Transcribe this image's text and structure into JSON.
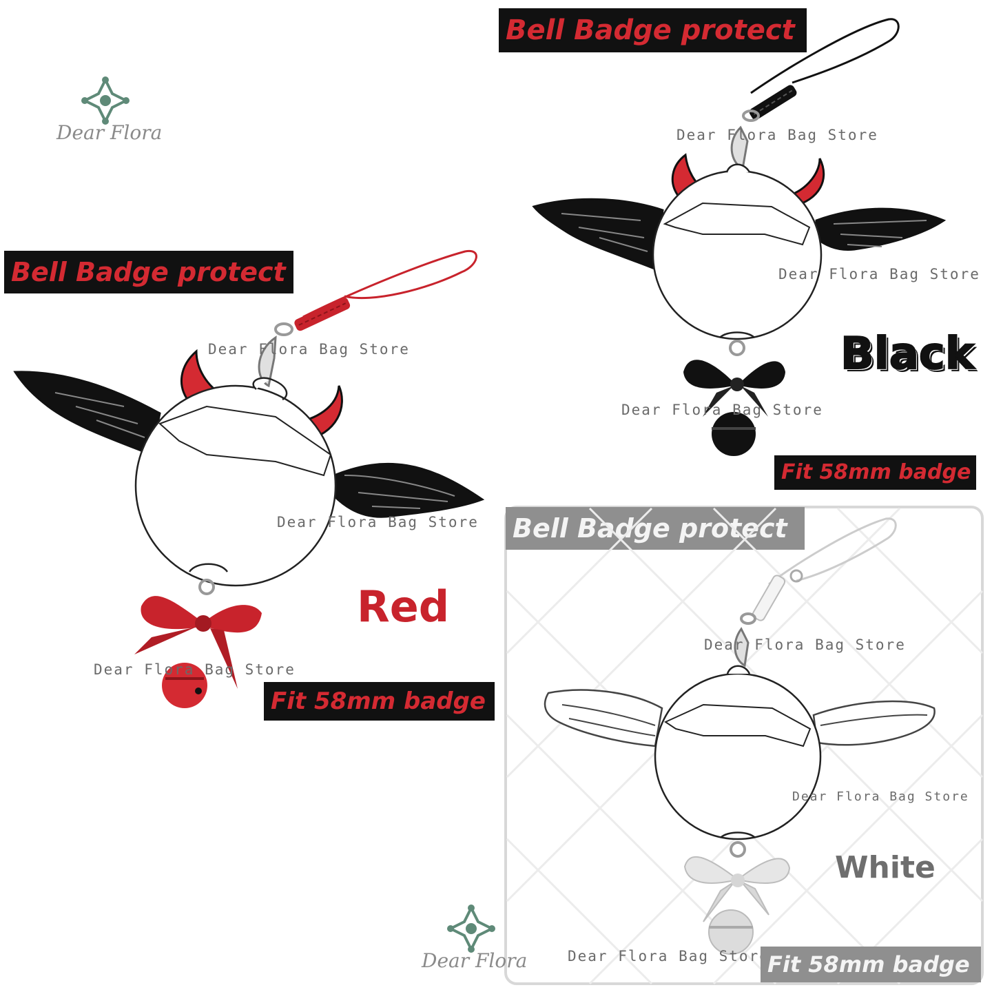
{
  "brand": {
    "name": "Dear Flora",
    "logo_icon": "diamond-flower-icon"
  },
  "watermark": "Dear Flora Bag Store",
  "panels": {
    "red": {
      "title": "Bell Badge protect",
      "color_label": "Red",
      "fit_label": "Fit 58mm badge",
      "accent": "#c8232c"
    },
    "black": {
      "title": "Bell Badge protect",
      "color_label": "Black",
      "fit_label": "Fit 58mm badge",
      "accent": "#111111"
    },
    "white": {
      "title": "Bell Badge protect",
      "color_label": "White",
      "fit_label": "Fit 58mm badge",
      "accent": "#e8e8e8"
    }
  },
  "colors": {
    "tag_background": "#111111",
    "tag_text": "#d42a32",
    "horn_red": "#d42a32",
    "wing_black": "#111111"
  }
}
